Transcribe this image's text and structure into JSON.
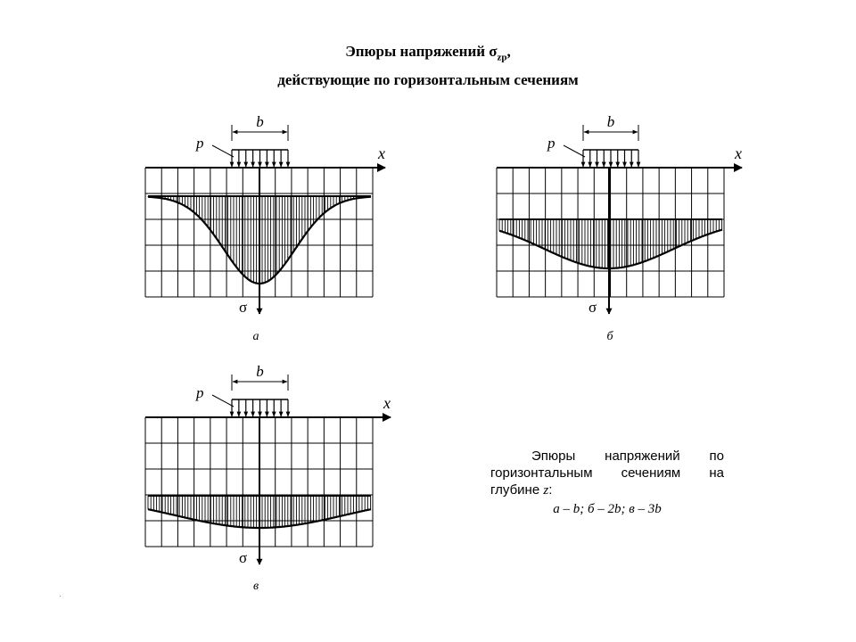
{
  "title": {
    "line1_prefix": "Эпюры напряжений σ",
    "line1_sub": "zp",
    "line1_suffix": ",",
    "line2": "действующие по горизонтальным сечениям"
  },
  "labels": {
    "load": "p",
    "width": "b",
    "x_axis": "x",
    "stress_axis": "σ"
  },
  "panels": [
    {
      "id": "a",
      "letter": "а",
      "depth": "b"
    },
    {
      "id": "b",
      "letter": "б",
      "depth": "2b"
    },
    {
      "id": "c",
      "letter": "в",
      "depth": "3b"
    }
  ],
  "caption": {
    "line1": "Эпюры напряжений по",
    "line2": "горизонтальным сечениям на",
    "line3": "глубине",
    "z": "z",
    "line3_suffix": ":",
    "cases": "а – b;   б – 2b;   в – 3b"
  }
}
